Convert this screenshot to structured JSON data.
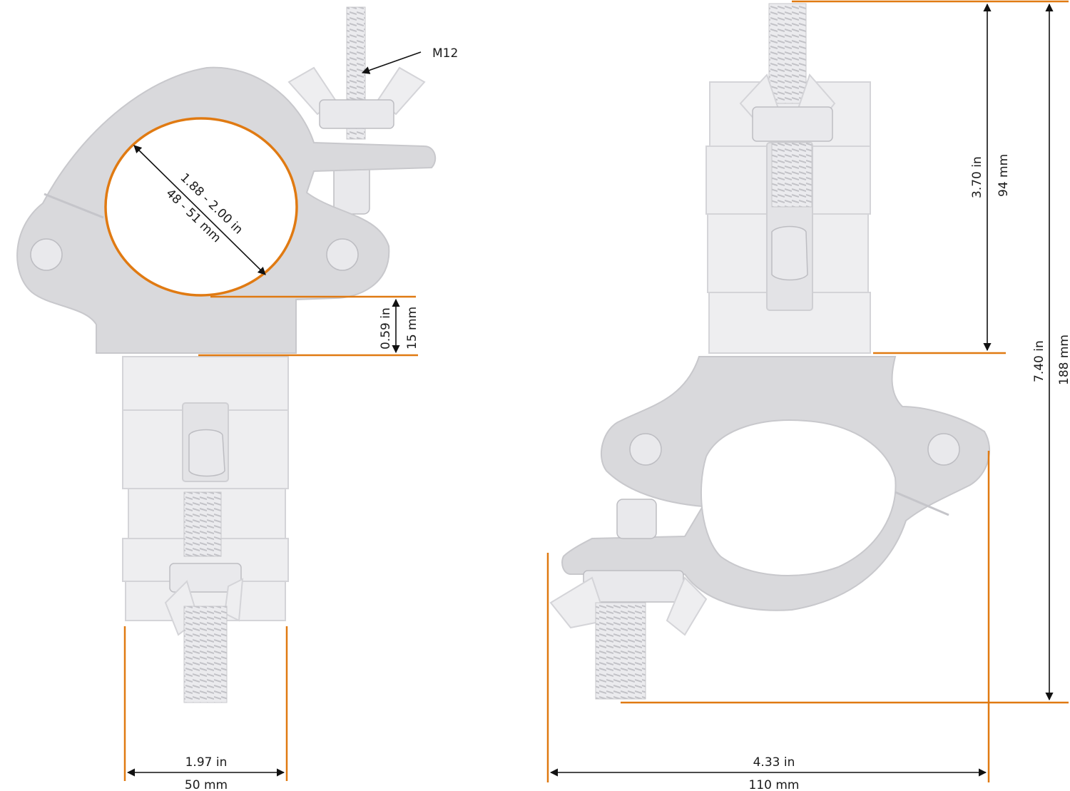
{
  "colors": {
    "accent": "#e07a12",
    "metal": "#d9d9dc",
    "dimension_line": "#111111"
  },
  "left_view": {
    "thread_label": "M12",
    "tube_diameter_in": "1.88 - 2.00 in",
    "tube_diameter_mm": "48 - 51 mm",
    "bottom_thickness_in": "0.59 in",
    "bottom_thickness_mm": "15 mm",
    "width_in": "1.97 in",
    "width_mm": "50 mm"
  },
  "right_view": {
    "upper_height_in": "3.70 in",
    "upper_height_mm": "94 mm",
    "total_height_in": "7.40 in",
    "total_height_mm": "188 mm",
    "width_in": "4.33 in",
    "width_mm": "110 mm"
  }
}
